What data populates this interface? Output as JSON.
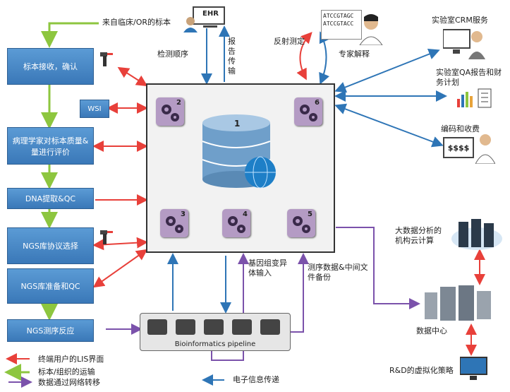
{
  "center": {
    "number": "1"
  },
  "modules": [
    "2",
    "3",
    "4",
    "5",
    "6"
  ],
  "left_steps": [
    "标本接收，确认",
    "病理学家对标本质量&量进行评价",
    "DNA提取&QC",
    "NGS库协议选择",
    "NGS库准备和QC",
    "NGS测序反应"
  ],
  "wsi": "WSI",
  "ehr": "EHR",
  "labels": {
    "specimen_source": "来自临床/OR的标本",
    "test_order": "检测顺序",
    "report_transfer": "报告传输",
    "reflex_test": "反射测定",
    "expert_interp": "专家解释",
    "dna_seq": "ATCCGTAGC\nATCCGTACC",
    "lab_crm": "实验室CRM服务",
    "lab_qa": "实验室QA报告和财务计划",
    "coding_billing": "编码和收费",
    "price_tag": "$$$$",
    "genomic_input": "基因组变异体输入",
    "seq_backup": "测序数据&中间文件备份",
    "bigdata": "大数据分析的机构云计算",
    "datacenter": "数据中心",
    "rd_virtual": "R&D的虚拟化策略",
    "pipeline": "Bioinformatics pipeline"
  },
  "legend": [
    {
      "color": "#e8403a",
      "text": "终端用户的LIS界面"
    },
    {
      "color": "#8dc63f",
      "text": "标本/组织的运输"
    },
    {
      "color": "#7b52ab",
      "text": "数据通过网络转移"
    },
    {
      "color": "#2e75b6",
      "text": "电子信息传递"
    }
  ],
  "colors": {
    "red": "#e8403a",
    "green": "#8dc63f",
    "purple": "#7b52ab",
    "blue": "#2e75b6"
  }
}
